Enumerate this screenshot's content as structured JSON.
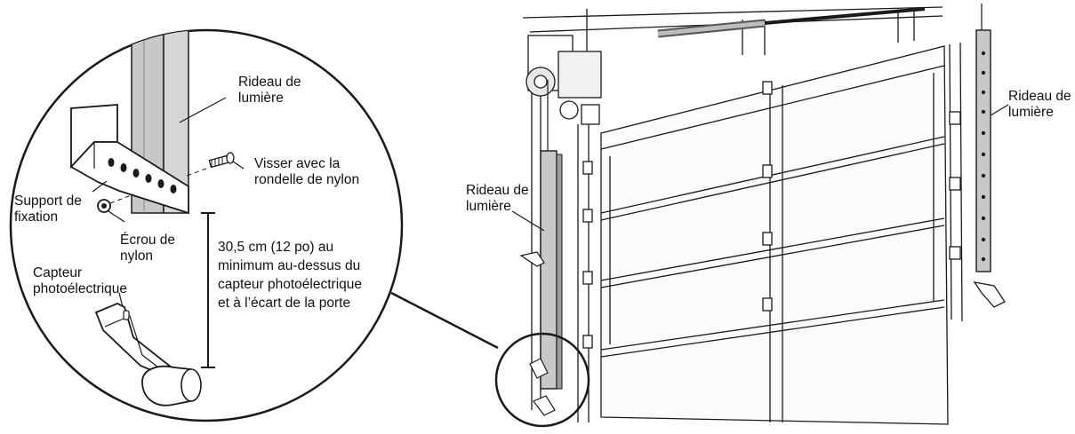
{
  "colors": {
    "line": "#1a1a1a",
    "bar_fill": "#c8c8c8",
    "bar_shade": "#9a9a9a",
    "door_fill": "#f7f7f7"
  },
  "detail_view": {
    "curtain_label": [
      "Rideau de",
      "lumière"
    ],
    "screw_label": [
      "Visser avec la",
      "rondelle de nylon"
    ],
    "bracket_label": [
      "Support de",
      "fixation"
    ],
    "nut_label": [
      "Écrou de",
      "nylon"
    ],
    "sensor_label": [
      "Capteur",
      "photoélectrique"
    ],
    "clearance_note": [
      "30,5 cm (12 po) au",
      "minimum au-dessus du",
      "capteur photoélectrique",
      "et à l’écart de la porte"
    ]
  },
  "door_view": {
    "left_curtain_label": [
      "Rideau de",
      "lumière"
    ],
    "right_curtain_label": [
      "Rideau de",
      "lumière"
    ]
  }
}
